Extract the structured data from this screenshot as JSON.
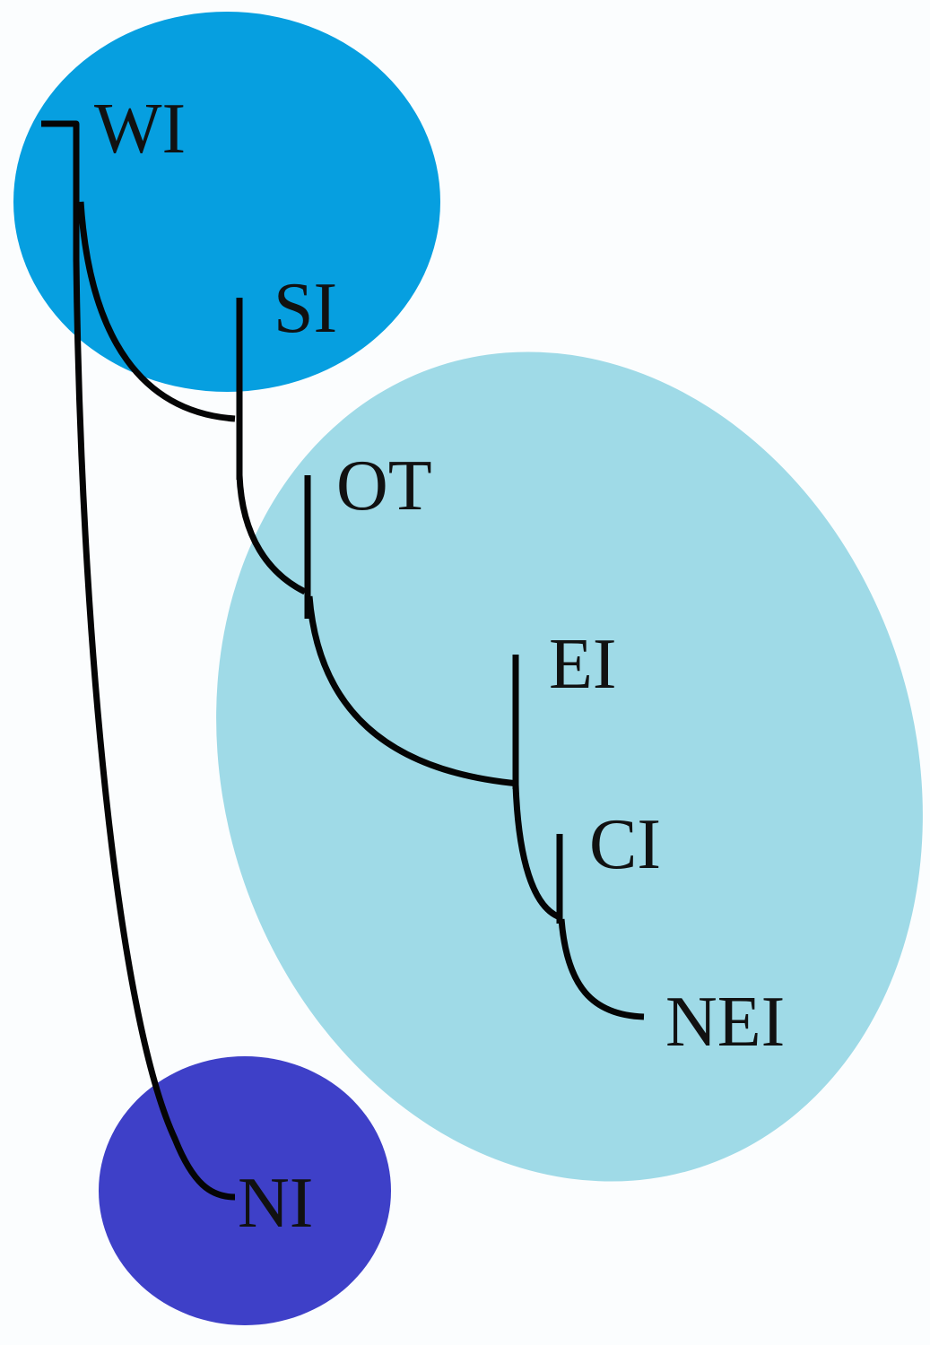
{
  "labels": {
    "wi": "WI",
    "si": "SI",
    "ot": "OT",
    "ei": "EI",
    "ci": "CI",
    "nei": "NEI",
    "ni": "NI"
  },
  "colors": {
    "background": "#fbfdfe",
    "group_upper": "#069fe0",
    "group_right": "#9fdae7",
    "group_lower": "#3e40c8",
    "lines": "#050505"
  }
}
